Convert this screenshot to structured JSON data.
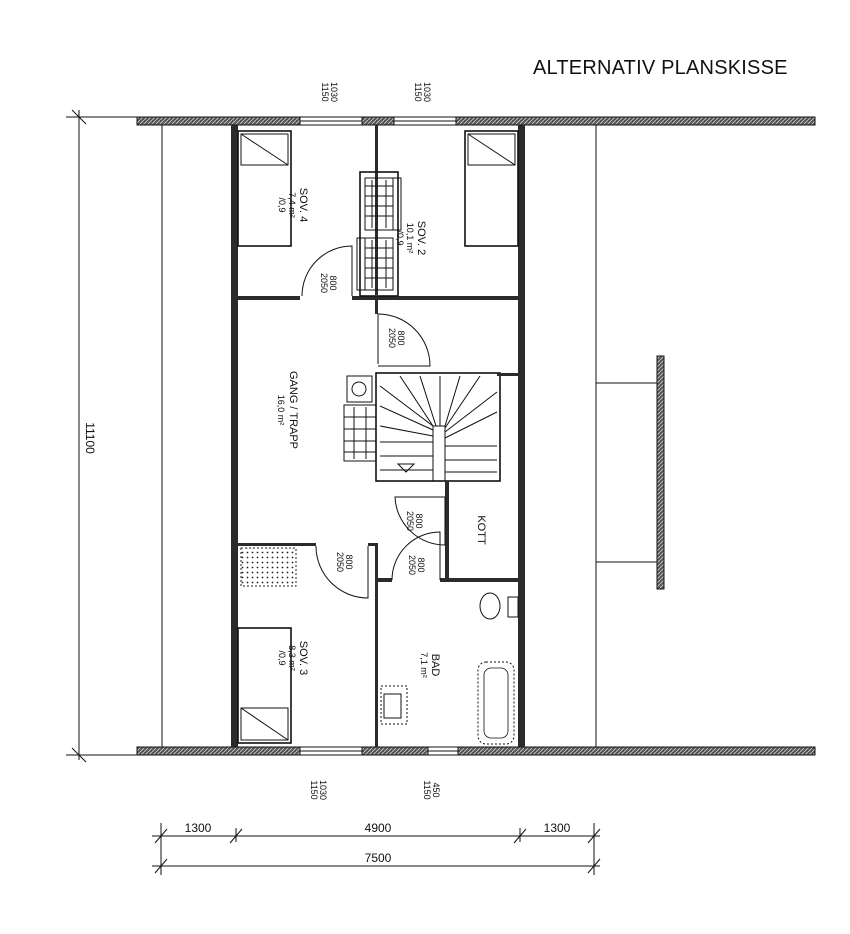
{
  "title": "ALTERNATIV PLANSKISSE",
  "rooms": {
    "sov4": {
      "name": "SOV. 4",
      "area": "7,4 m²",
      "ceiling": "/0,9"
    },
    "sov2": {
      "name": "SOV. 2",
      "area": "10,1 m²",
      "ceiling": "/0,9"
    },
    "gang": {
      "name": "GANG / TRAPP",
      "area": "16,0 m²"
    },
    "kott": {
      "name": "KOTT"
    },
    "sov3": {
      "name": "SOV. 3",
      "area": "8,3 m²",
      "ceiling": "/0,9"
    },
    "bad": {
      "name": "BAD",
      "area": "7,1 m²"
    }
  },
  "doors": {
    "sov4": {
      "w": "800",
      "h": "2050"
    },
    "sov2": {
      "w": "800",
      "h": "2050"
    },
    "kott": {
      "w": "800",
      "h": "2050"
    },
    "bad": {
      "w": "800",
      "h": "2050"
    },
    "sov3": {
      "w": "800",
      "h": "2050"
    }
  },
  "windows": {
    "top_left": {
      "w": "1030",
      "h": "1150"
    },
    "top_right": {
      "w": "1030",
      "h": "1150"
    },
    "bottom_left": {
      "w": "1030",
      "h": "1150"
    },
    "bottom_right": {
      "w": "450",
      "h": "1150"
    }
  },
  "dimensions": {
    "height_total": "11100",
    "seg_left": "1300",
    "seg_mid": "4900",
    "seg_right": "1300",
    "width_total": "7500"
  }
}
